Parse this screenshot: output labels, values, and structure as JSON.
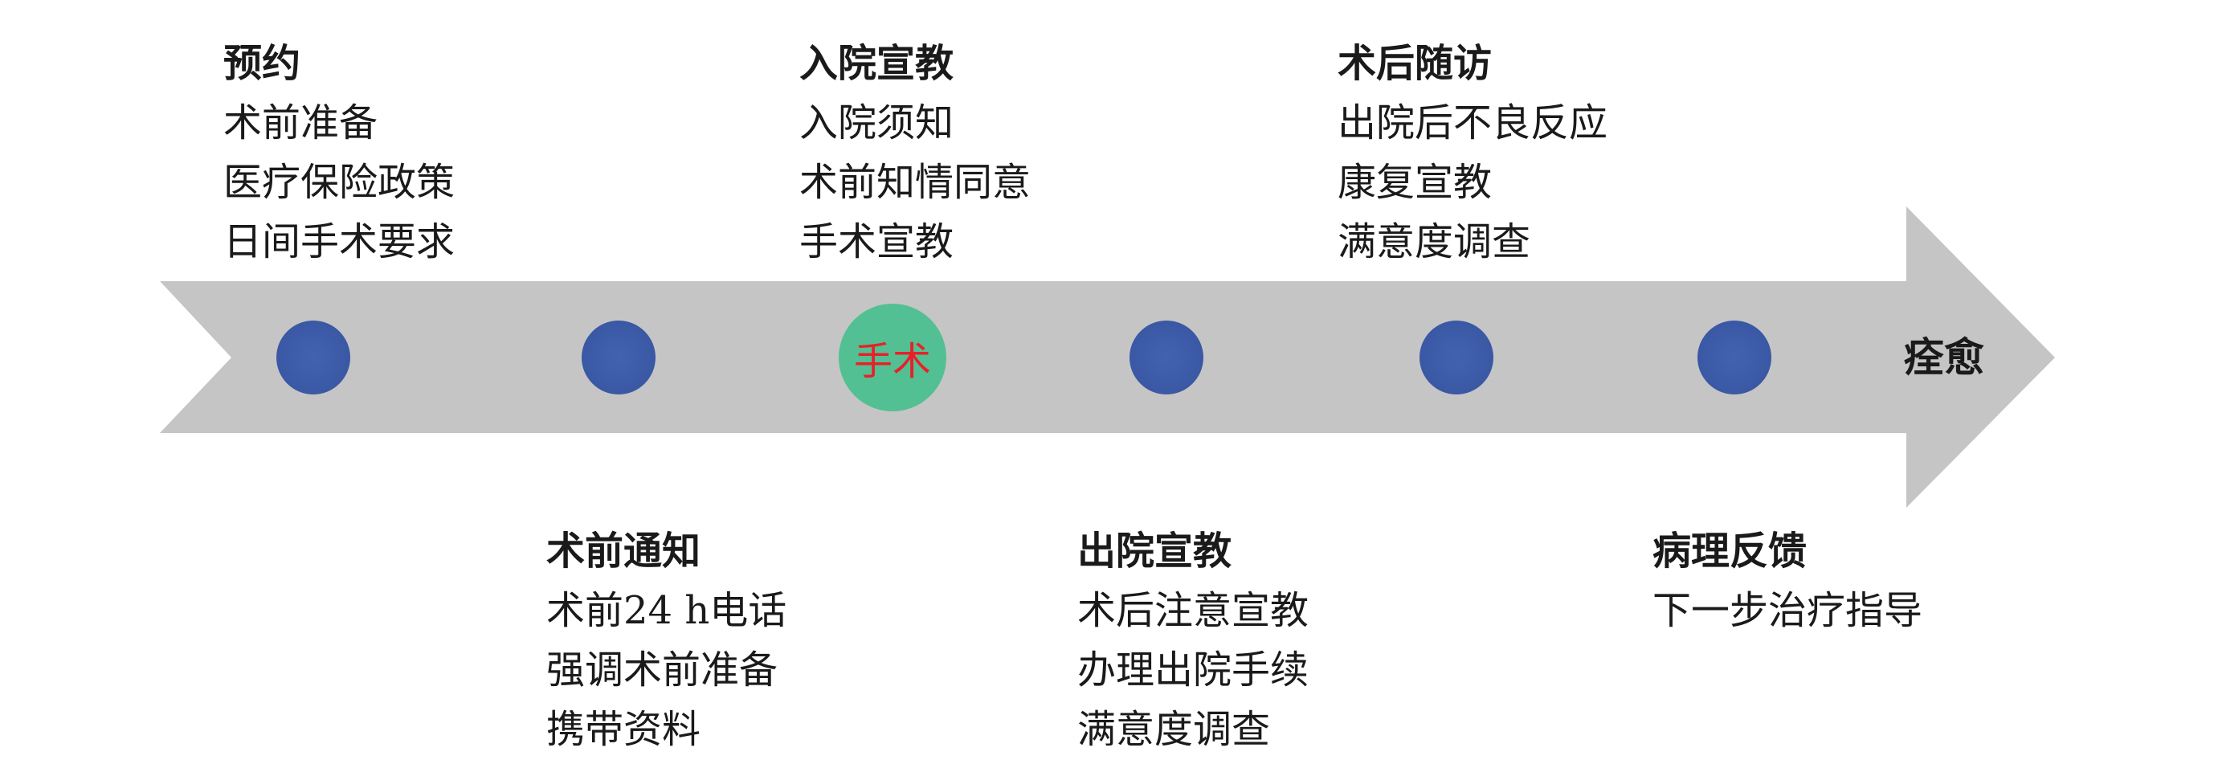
{
  "colors": {
    "arrow": "#c6c5c6",
    "dot": "#3d5ba8",
    "surgery_dot": "#52c092",
    "surgery_text": "#e8202a"
  },
  "surgery_label": "手术",
  "end_label": "痊愈",
  "top_stages": [
    {
      "title": "预约",
      "items": [
        "术前准备",
        "医疗保险政策",
        "日间手术要求"
      ]
    },
    {
      "title": "入院宣教",
      "items": [
        "入院须知",
        "术前知情同意",
        "手术宣教"
      ]
    },
    {
      "title": "术后随访",
      "items": [
        "出院后不良反应",
        "康复宣教",
        "满意度调查"
      ]
    }
  ],
  "bottom_stages": [
    {
      "title": "术前通知",
      "items": [
        "术前24 h电话",
        "强调术前准备",
        "携带资料"
      ]
    },
    {
      "title": "出院宣教",
      "items": [
        "术后注意宣教",
        "办理出院手续",
        "满意度调查"
      ]
    },
    {
      "title": "病理反馈",
      "items": [
        "下一步治疗指导"
      ]
    }
  ]
}
